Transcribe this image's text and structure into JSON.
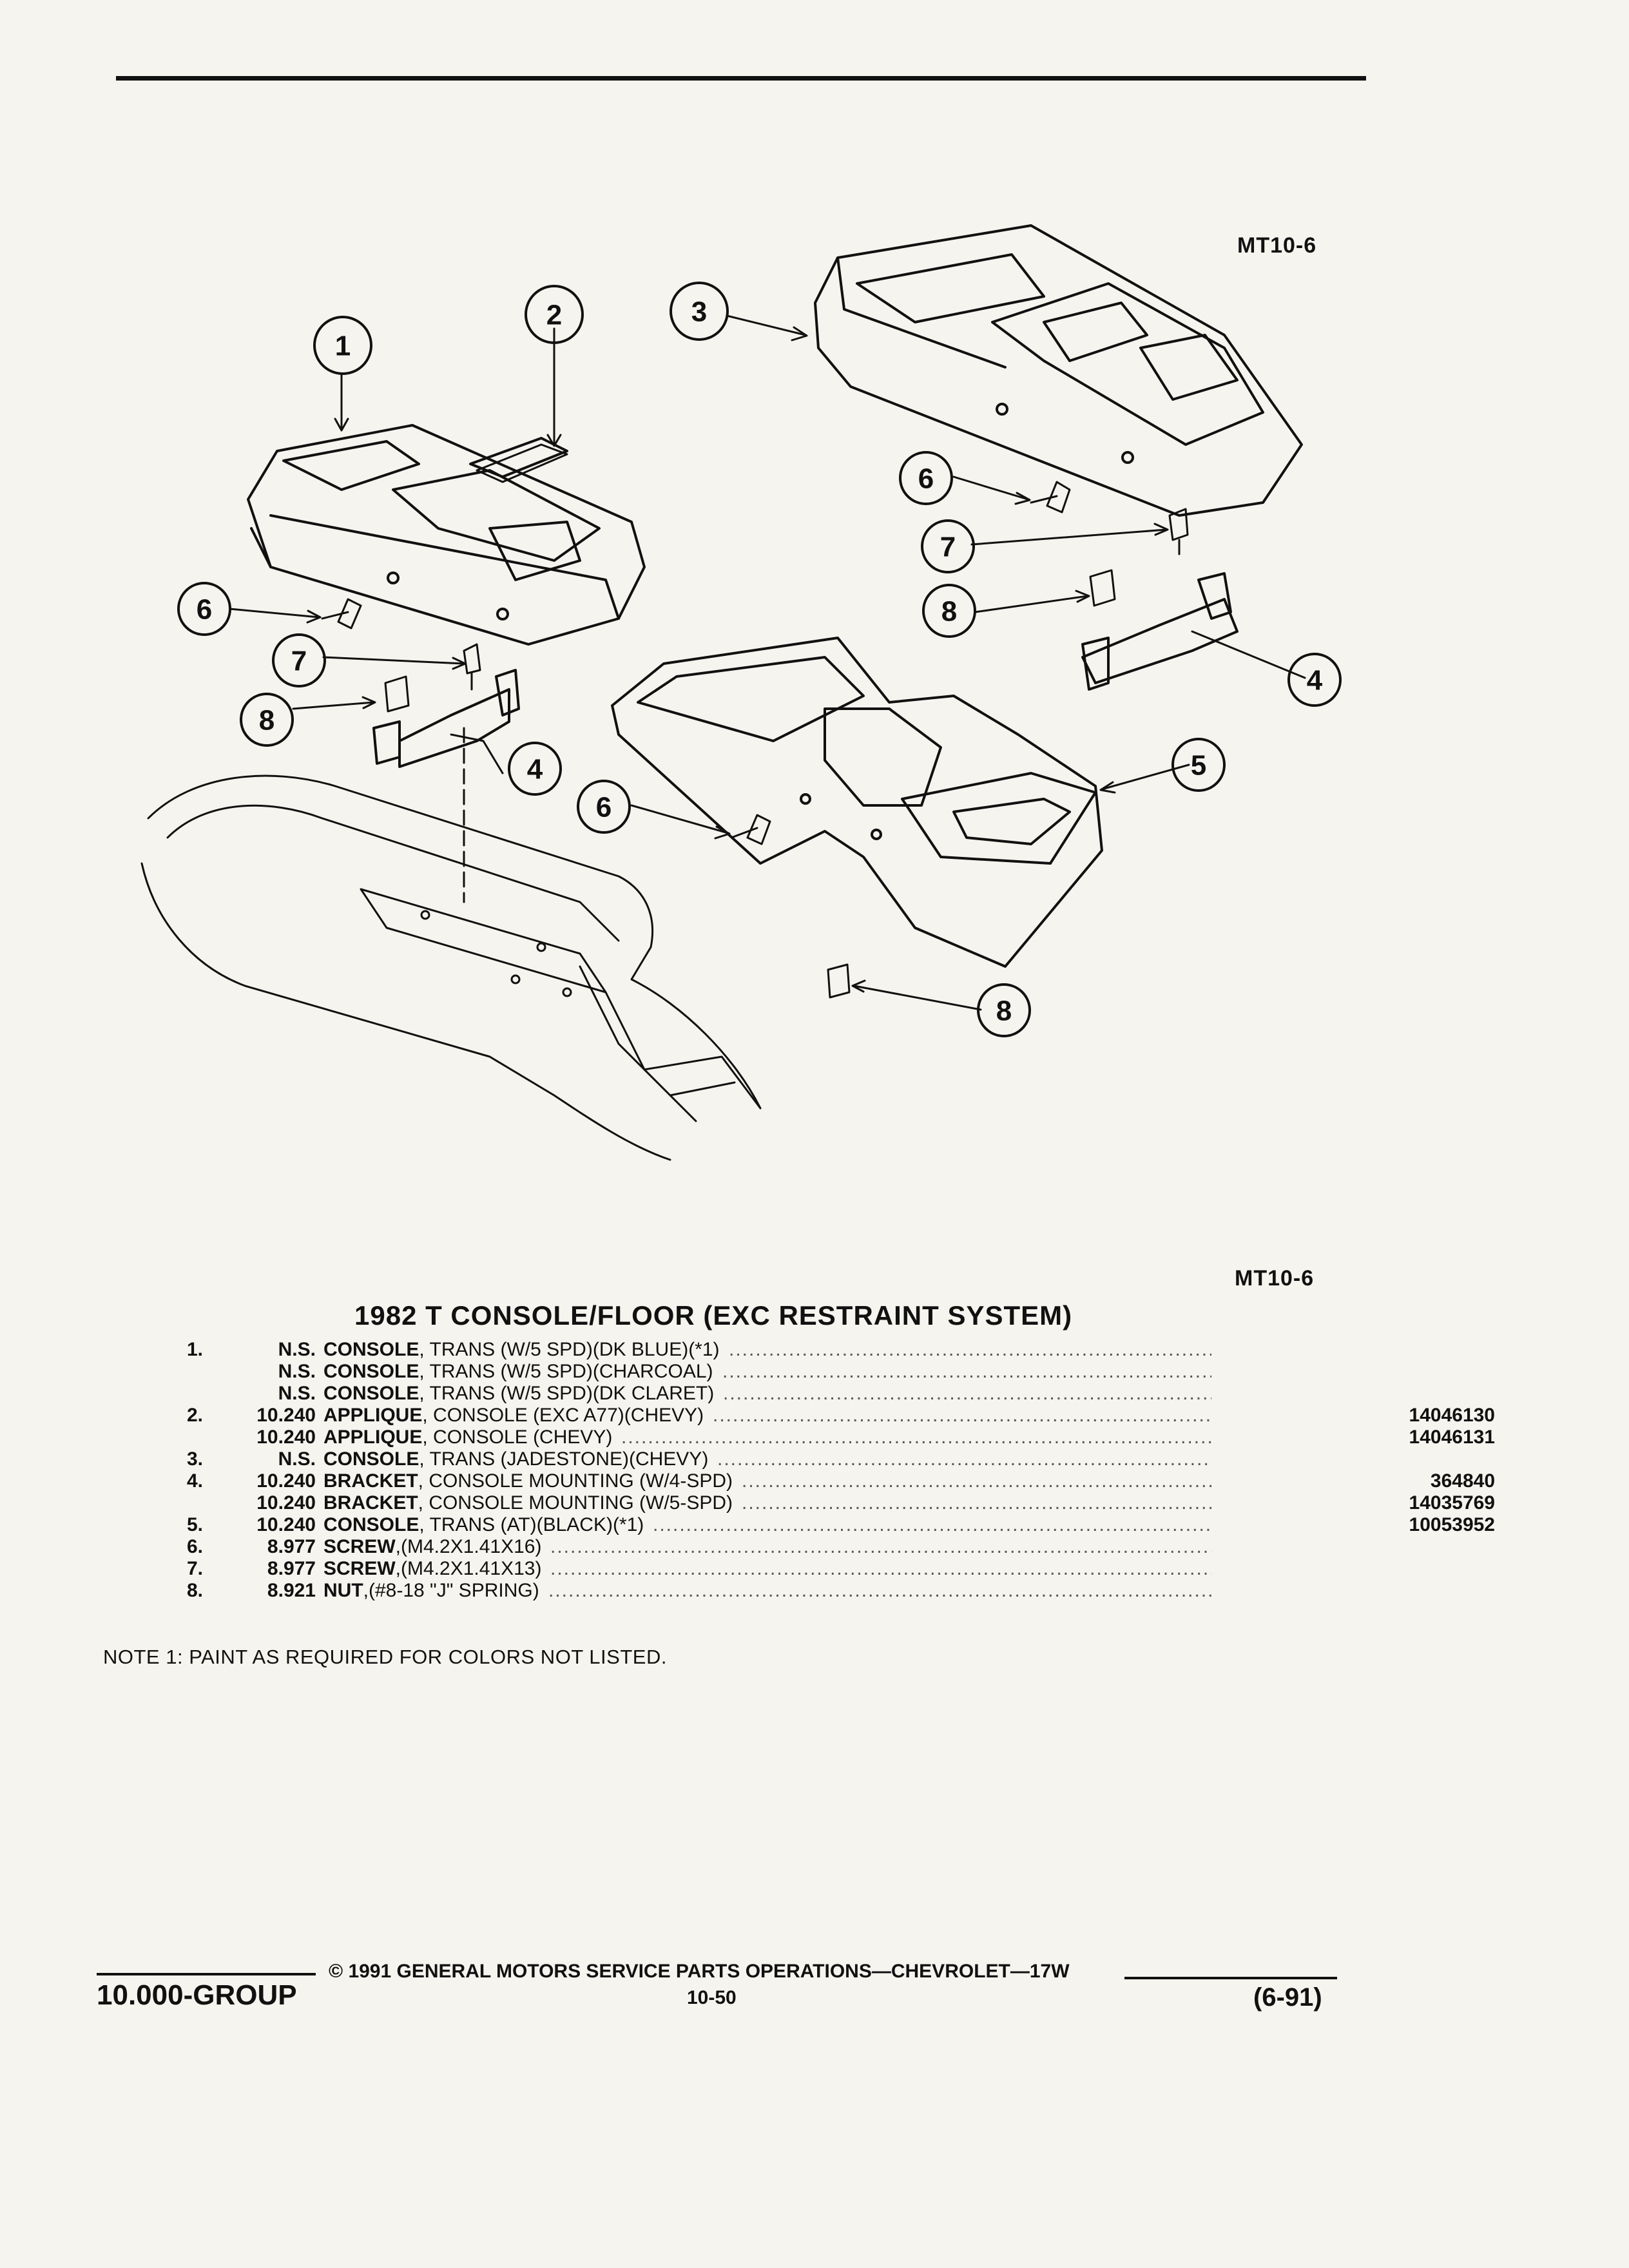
{
  "figure_label_top": "MT10-6",
  "figure_label_bottom": "MT10-6",
  "callouts": [
    "1",
    "2",
    "3",
    "4",
    "5",
    "6",
    "7",
    "8"
  ],
  "title": "1982 T CONSOLE/FLOOR (EXC RESTRAINT SYSTEM)",
  "parts": [
    {
      "item": "1.",
      "group": "N.S.",
      "name": "CONSOLE",
      "desc": ", TRANS (W/5 SPD)(DK BLUE)(*1)",
      "part_no": ""
    },
    {
      "item": "",
      "group": "N.S.",
      "name": "CONSOLE",
      "desc": ", TRANS (W/5 SPD)(CHARCOAL)",
      "part_no": ""
    },
    {
      "item": "",
      "group": "N.S.",
      "name": "CONSOLE",
      "desc": ", TRANS (W/5 SPD)(DK CLARET)",
      "part_no": ""
    },
    {
      "item": "2.",
      "group": "10.240",
      "name": "APPLIQUE",
      "desc": ", CONSOLE (EXC A77)(CHEVY)",
      "part_no": "14046130"
    },
    {
      "item": "",
      "group": "10.240",
      "name": "APPLIQUE",
      "desc": ", CONSOLE (CHEVY)",
      "part_no": "14046131"
    },
    {
      "item": "3.",
      "group": "N.S.",
      "name": "CONSOLE",
      "desc": ", TRANS (JADESTONE)(CHEVY)",
      "part_no": ""
    },
    {
      "item": "4.",
      "group": "10.240",
      "name": "BRACKET",
      "desc": ", CONSOLE MOUNTING (W/4-SPD)",
      "part_no": "364840"
    },
    {
      "item": "",
      "group": "10.240",
      "name": "BRACKET",
      "desc": ", CONSOLE MOUNTING (W/5-SPD)",
      "part_no": "14035769"
    },
    {
      "item": "5.",
      "group": "10.240",
      "name": "CONSOLE",
      "desc": ", TRANS (AT)(BLACK)(*1)",
      "part_no": "10053952"
    },
    {
      "item": "6.",
      "group": "8.977",
      "name": "SCREW",
      "desc": ",(M4.2X1.41X16)",
      "part_no": ""
    },
    {
      "item": "7.",
      "group": "8.977",
      "name": "SCREW",
      "desc": ",(M4.2X1.41X13)",
      "part_no": ""
    },
    {
      "item": "8.",
      "group": "8.921",
      "name": "NUT",
      "desc": ",(#8-18 \"J\" SPRING)",
      "part_no": ""
    }
  ],
  "note": "NOTE  1: PAINT AS REQUIRED FOR COLORS NOT LISTED.",
  "footer": {
    "group": "10.000-GROUP",
    "copyright": "© 1991 GENERAL MOTORS SERVICE PARTS OPERATIONS—CHEVROLET—17W",
    "page": "10-50",
    "date": "(6-91)"
  }
}
